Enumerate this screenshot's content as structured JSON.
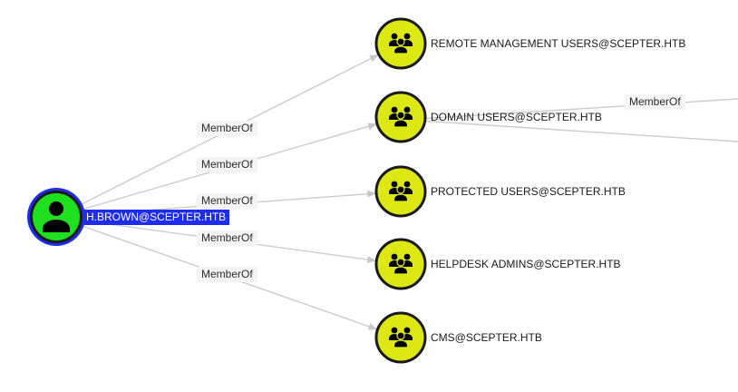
{
  "graph": {
    "source_node": {
      "label": "H.BROWN@SCEPTER.HTB",
      "type": "user",
      "icon": "user-icon",
      "fill_color": "#1fe01f",
      "selected": true,
      "highlight_color": "#1e2cf0"
    },
    "group_nodes": [
      {
        "label": "REMOTE MANAGEMENT USERS@SCEPTER.HTB",
        "type": "group",
        "icon": "group-icon"
      },
      {
        "label": "DOMAIN USERS@SCEPTER.HTB",
        "type": "group",
        "icon": "group-icon"
      },
      {
        "label": "PROTECTED USERS@SCEPTER.HTB",
        "type": "group",
        "icon": "group-icon"
      },
      {
        "label": "HELPDESK ADMINS@SCEPTER.HTB",
        "type": "group",
        "icon": "group-icon"
      },
      {
        "label": "CMS@SCEPTER.HTB",
        "type": "group",
        "icon": "group-icon"
      }
    ],
    "group_fill_color": "#dde812",
    "edges": [
      {
        "from": "H.BROWN@SCEPTER.HTB",
        "to": "REMOTE MANAGEMENT USERS@SCEPTER.HTB",
        "label": "MemberOf"
      },
      {
        "from": "H.BROWN@SCEPTER.HTB",
        "to": "DOMAIN USERS@SCEPTER.HTB",
        "label": "MemberOf"
      },
      {
        "from": "H.BROWN@SCEPTER.HTB",
        "to": "PROTECTED USERS@SCEPTER.HTB",
        "label": "MemberOf"
      },
      {
        "from": "H.BROWN@SCEPTER.HTB",
        "to": "HELPDESK ADMINS@SCEPTER.HTB",
        "label": "MemberOf"
      },
      {
        "from": "H.BROWN@SCEPTER.HTB",
        "to": "CMS@SCEPTER.HTB",
        "label": "MemberOf"
      },
      {
        "from": "DOMAIN USERS@SCEPTER.HTB",
        "to": "offscreen",
        "label": "MemberOf"
      }
    ],
    "edge_color": "#cccccc"
  }
}
